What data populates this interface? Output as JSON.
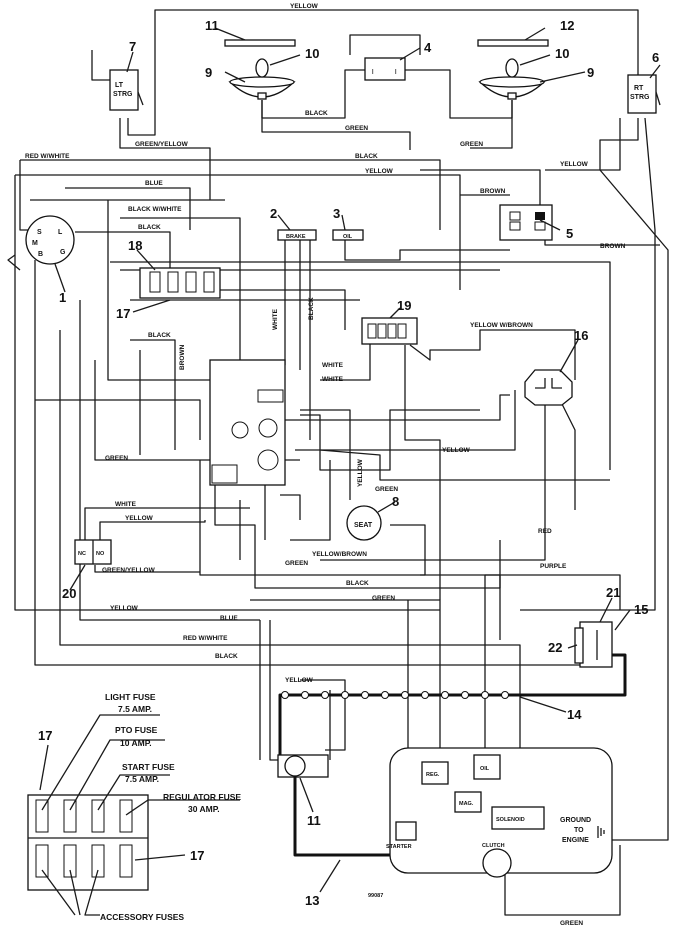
{
  "wire_labels": {
    "yellow_top": "YELLOW",
    "black_lamp": "BLACK",
    "green_lamp": "GREEN",
    "green_yellow_top": "GREEN/YELLOW",
    "green_right": "GREEN",
    "red_white_top": "RED W/WHITE",
    "black_top": "BLACK",
    "yellow_mid": "YELLOW",
    "yellow_rt": "YELLOW",
    "blue_top": "BLUE",
    "brown_top": "BROWN",
    "black_white": "BLACK W/WHITE",
    "black_18": "BLACK",
    "brown_right": "BROWN",
    "white_vert": "WHITE",
    "black_vert": "BLACK",
    "yellow_w_brown": "YELLOW W/BROWN",
    "black_left": "BLACK",
    "brown_vert": "BROWN",
    "white_a": "WHITE",
    "white_b": "WHITE",
    "yellow_16": "YELLOW",
    "green_left": "GREEN",
    "yellow_vert": "YELLOW",
    "green_seat": "GREEN",
    "white_20": "WHITE",
    "yellow_20": "YELLOW",
    "green_yellow_20": "GREEN/YELLOW",
    "yellow_brown_seat": "YELLOW/BROWN",
    "red_mid": "RED",
    "green_low": "GREEN",
    "purple": "PURPLE",
    "black_low": "BLACK",
    "green_low2": "GREEN",
    "yellow_low": "YELLOW",
    "blue_low": "BLUE",
    "red_white_low": "RED W/WHITE",
    "black_bottom": "BLACK",
    "yellow_bottom": "YELLOW",
    "green_bottom": "GREEN"
  },
  "components": {
    "lt_strg": "LT\nSTRG",
    "rt_strg": "RT\nSTRG",
    "brake": "BRAKE",
    "oil_top": "OIL",
    "seat": "SEAT",
    "nc": "NC",
    "no": "NO",
    "reg": "REG.",
    "oil_engine": "OIL",
    "mag": "MAG.",
    "solenoid": "SOLENOID",
    "starter": "STARTER",
    "clutch": "CLUTCH",
    "ground_to_engine": "GROUND TO ENGINE",
    "ign_s": "S",
    "ign_l": "L",
    "ign_m": "M",
    "ign_b": "B",
    "ign_g": "G"
  },
  "callouts": [
    "1",
    "2",
    "3",
    "4",
    "5",
    "6",
    "7",
    "8",
    "9",
    "9",
    "10",
    "10",
    "11",
    "11",
    "12",
    "13",
    "14",
    "15",
    "16",
    "17",
    "17",
    "17",
    "18",
    "19",
    "20",
    "21",
    "22"
  ],
  "fuse_labels": {
    "light_fuse": "LIGHT FUSE",
    "light_amp": "7.5 AMP.",
    "pto_fuse": "PTO FUSE",
    "pto_amp": "10 AMP.",
    "start_fuse": "START FUSE",
    "start_amp": "7.5 AMP.",
    "regulator_fuse": "REGULATOR FUSE",
    "regulator_amp": "30 AMP.",
    "accessory_fuses": "ACCESSORY FUSES"
  },
  "drawing_number": "99087"
}
